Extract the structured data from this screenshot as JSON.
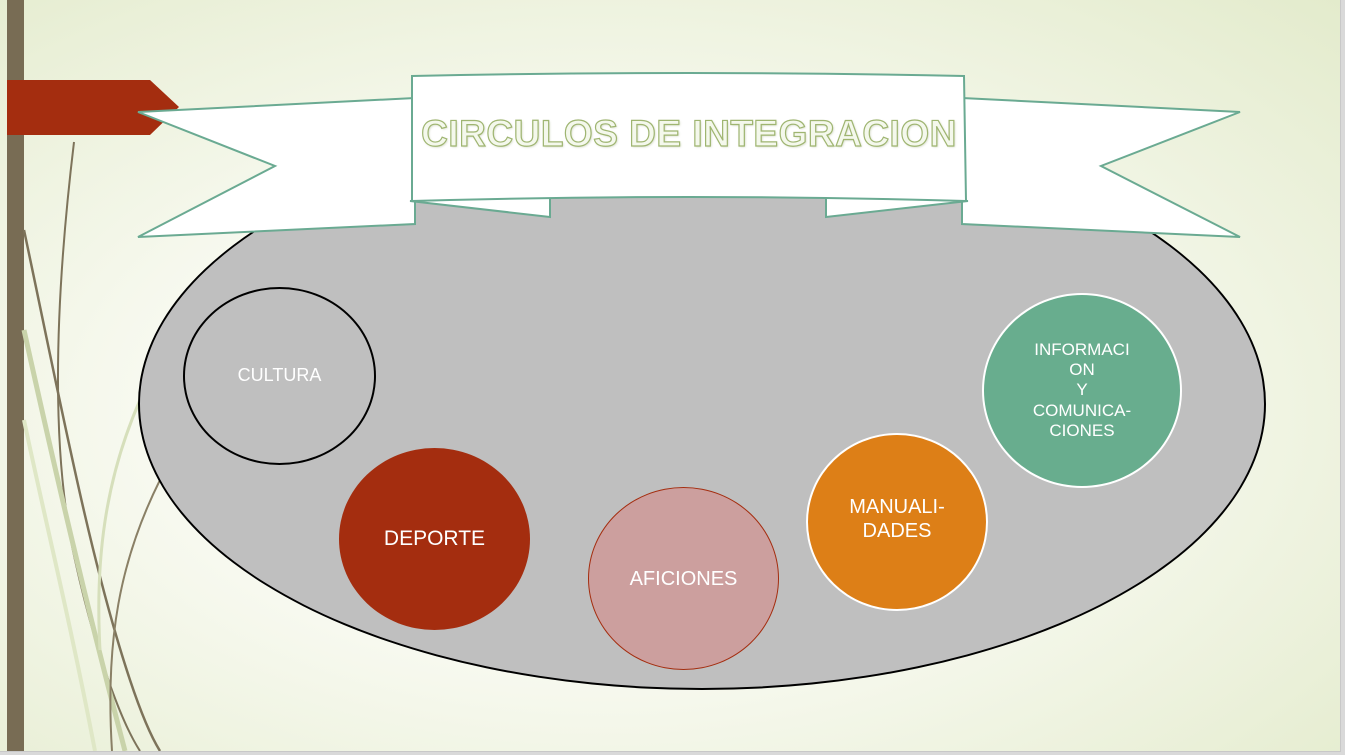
{
  "slide": {
    "title": "CIRCULOS DE INTEGRACION"
  },
  "diagram": {
    "circles": [
      {
        "label": "CULTURA",
        "fill": "#bfbfbf"
      },
      {
        "label": "DEPORTE",
        "fill": "#a42d0f"
      },
      {
        "label": "AFICIONES",
        "fill": "#cc9f9e"
      },
      {
        "label_lines": [
          "MANUALI-",
          "DADES"
        ],
        "fill": "#dd7f17"
      },
      {
        "label_lines": [
          "INFORMACI",
          "ON",
          "Y",
          "COMUNICA-",
          "CIONES"
        ],
        "fill": "#68ad8e"
      }
    ]
  },
  "colors": {
    "platter": "#bfbfbf",
    "accent_bar": "#786c54",
    "flag": "#a42d0f",
    "banner_outline": "#6aaa92"
  }
}
